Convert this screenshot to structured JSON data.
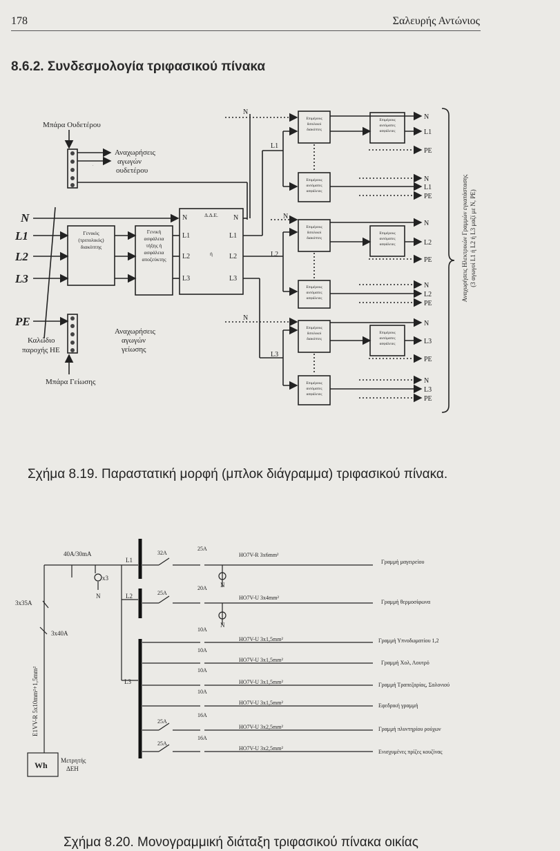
{
  "header": {
    "page_number": "178",
    "author": "Σαλευρής Αντώνιος"
  },
  "section_title": "8.6.2. Συνδεσμολογία τριφασικού πίνακα",
  "figure1": {
    "caption": "Σχήμα 8.19. Παραστατική μορφή (μπλοκ διάγραμμα) τριφασικού πίνακα.",
    "neutral_bar": "Μπάρα Ουδετέρου",
    "neutral_departures": [
      "Αναχωρήσεις",
      "αγωγών",
      "ουδετέρου"
    ],
    "ground_bar": "Μπάρα Γείωσης",
    "ground_departures": [
      "Αναχωρήσεις",
      "αγωγών",
      "γείωσης"
    ],
    "supply_cable": [
      "Καλώδιο",
      "παροχής ΗΕ"
    ],
    "main_switch": [
      "Γενικός",
      "(τριπολικός)",
      "διακόπτης"
    ],
    "main_fuse": [
      "Γενική",
      "ασφάλεια",
      "τήξης ή",
      "ασφάλεια",
      "αποζεύκτης"
    ],
    "rcd": "Δ.Δ.Ε.",
    "or_word": "ή",
    "inputs": [
      "N",
      "L1",
      "L2",
      "L3",
      "PE"
    ],
    "partial_switch": [
      "Επιμέρους",
      "διπολικοί",
      "διακόπτες"
    ],
    "partial_breaker": [
      "Επιμέρους",
      "αυτόματες",
      "ασφάλειες"
    ],
    "side_note": [
      "Αναχωρήσεις Ηλεκτρικών Γραμμών εγκατάστασης",
      "(3 αγωγοί L1 ή L2 ή L3 μαζί με N, PE)"
    ]
  },
  "figure2": {
    "caption": "Σχήμα 8.20. Μονογραμμική διάταξη τριφασικού πίνακα οικίας",
    "rcd_rating": "40A/30mA",
    "lamp_mult": "x3",
    "fuse_main": "3x35A",
    "breaker_main": "3x40A",
    "supply_cable": "E1VV-R 5x10mm²+1,5mm²",
    "meter_symbol": "Wh",
    "meter_label": [
      "Μετρητής",
      "ΔΕΗ"
    ],
    "phases": [
      "L1",
      "L2",
      "L3"
    ],
    "n_label": "N",
    "circuits": [
      {
        "switch": "32A",
        "breaker": "25A",
        "cable": "HO7V-R 3x6mm²",
        "name": "Γραμμή μαγειρείου"
      },
      {
        "switch": "25A",
        "breaker": "20A",
        "cable": "HO7V-U 3x4mm²",
        "name": "Γραμμή θερμοσίφωνα"
      },
      {
        "switch": "",
        "breaker": "10A",
        "cable": "HO7V-U 3x1,5mm²",
        "name": "Γραμμή Υπνοδωματίου 1,2"
      },
      {
        "switch": "",
        "breaker": "10A",
        "cable": "HO7V-U 3x1,5mm²",
        "name": "Γραμμή Χολ, Λουτρό"
      },
      {
        "switch": "",
        "breaker": "10A",
        "cable": "HO7V-U 3x1,5mm²",
        "name": "Γραμμή Τραπεζαρίας, Σαλονιού"
      },
      {
        "switch": "",
        "breaker": "10A",
        "cable": "HO7V-U 3x1,5mm²",
        "name": "Εφεδρική γραμμή"
      },
      {
        "switch": "25A",
        "breaker": "16A",
        "cable": "HO7V-U 3x2,5mm²",
        "name": "Γραμμή πλυντηρίου ρούχων"
      },
      {
        "switch": "25A",
        "breaker": "16A",
        "cable": "HO7V-U 3x2,5mm²",
        "name": "Ενισχυμένες πρίζες κουζίνας"
      }
    ]
  }
}
